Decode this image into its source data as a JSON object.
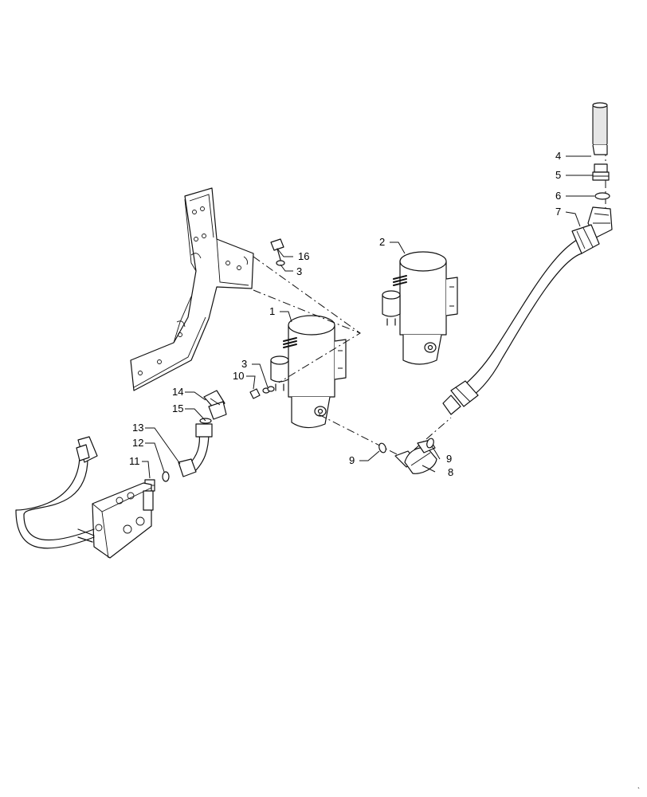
{
  "diagram": {
    "callouts": [
      "1",
      "2",
      "3",
      "3",
      "4",
      "5",
      "6",
      "7",
      "8",
      "9",
      "9",
      "10",
      "11",
      "12",
      "13",
      "14",
      "15",
      "16"
    ],
    "mark_corner": "`"
  }
}
